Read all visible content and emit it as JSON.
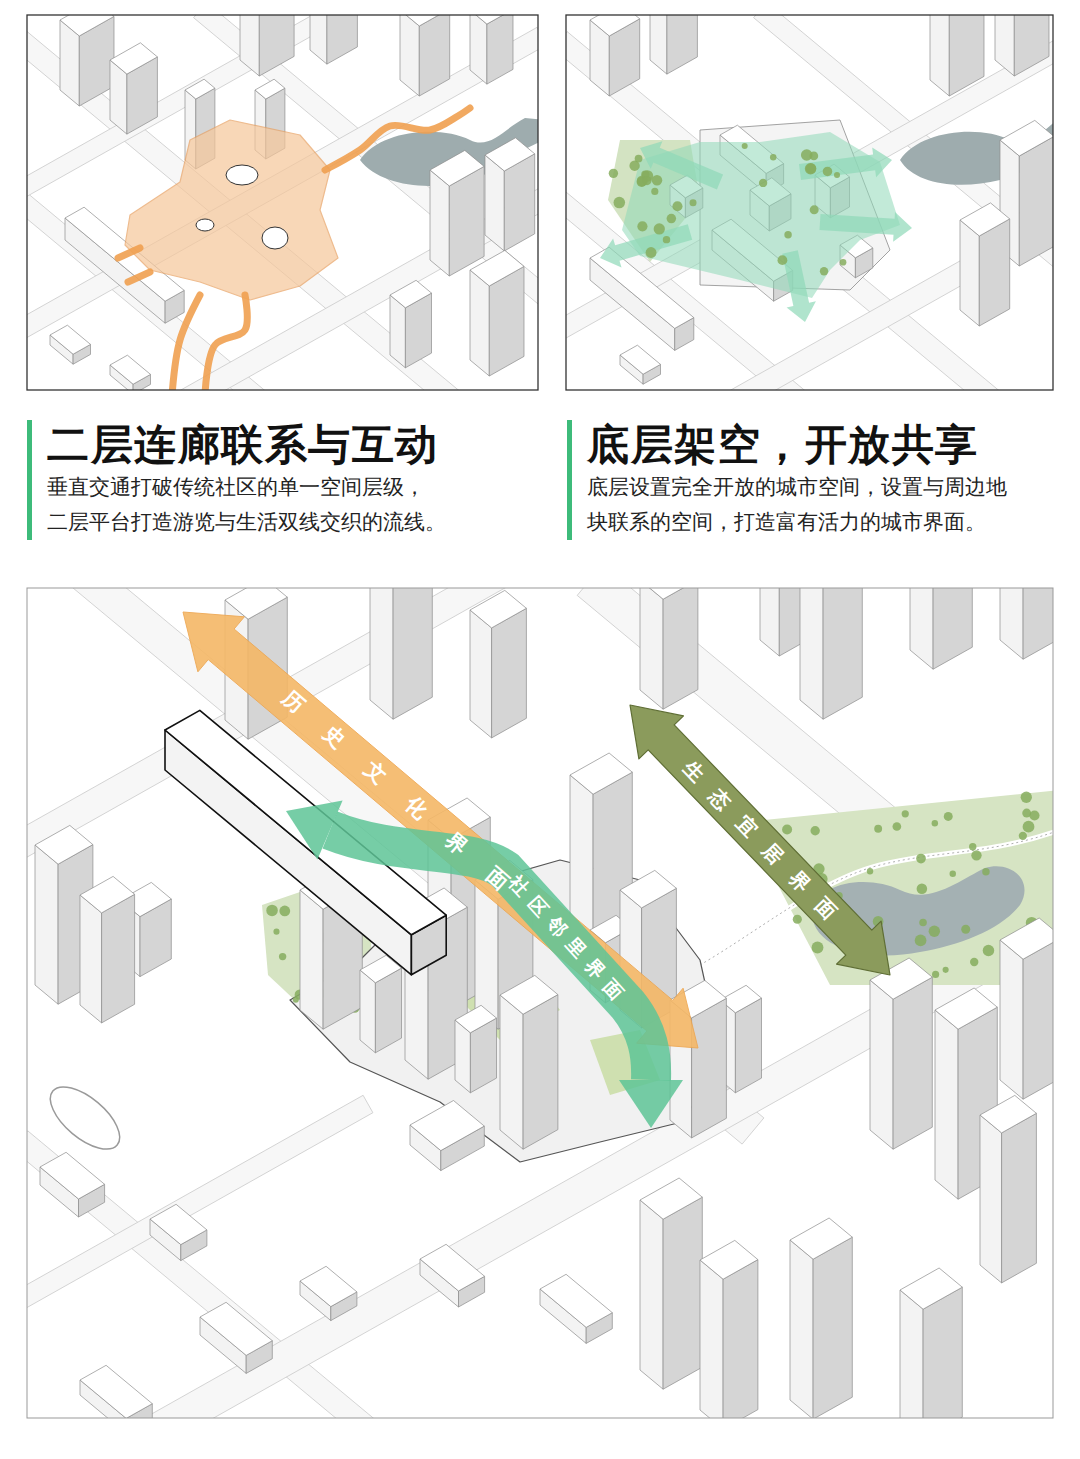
{
  "diagram": {
    "nodes": [
      {
        "text": [
          "二层连廊联系与互动",
          "垂直交通打破传统社区的单一空间层级， 二层平台打造游览与生活双线交织的流线。"
        ]
      },
      {
        "text": [
          "底层架空，开放共享",
          "底层设置完全开放的城市空间，设置与周边地 块联系的空间，打造富有活力的城市界面。"
        ]
      },
      {
        "text": [
          "生态宜居界面"
        ]
      },
      {
        "text": [
          "社区邻里界面"
        ]
      },
      {
        "text": [
          "历史文化界面"
        ]
      }
    ]
  }
}
